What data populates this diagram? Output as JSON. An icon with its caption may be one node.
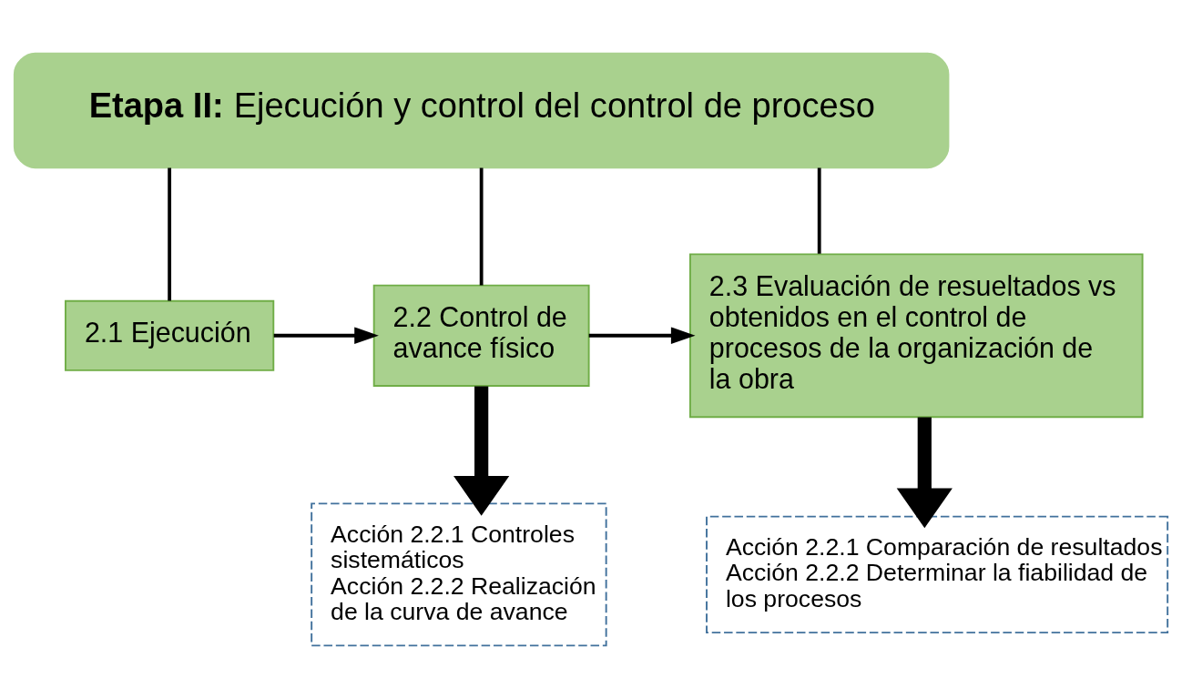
{
  "diagram": {
    "nodes": [
      {
        "text": [
          "**Etapa II:** Ejecución y control del control de proceso"
        ]
      },
      {
        "text": [
          "2.1 Ejecución"
        ]
      },
      {
        "text": [
          "2.2 Control de avance físico"
        ]
      },
      {
        "text": [
          "2.3 Evaluación de resueltados vs obtenidos en el control de procesos de la organización de la obra"
        ]
      },
      {
        "text": [
          "Acción 2.2.1 Controles sistemáticos",
          "Acción 2.2.2 Realización de la curva de avance"
        ]
      },
      {
        "text": [
          "Acción 2.2.1 Comparación de resultados",
          "Acción 2.2.2 Determinar la fiabilidad de los procesos"
        ]
      }
    ],
    "edges": [
      {
        "from": 0,
        "to": 1,
        "arrow": "none"
      },
      {
        "from": 0,
        "to": 2,
        "arrow": "none"
      },
      {
        "from": 0,
        "to": 3,
        "arrow": "none"
      },
      {
        "from": 1,
        "to": 2,
        "arrow": "to"
      },
      {
        "from": 2,
        "to": 3,
        "arrow": "to"
      },
      {
        "from": 2,
        "to": 4,
        "arrow": "to",
        "style": "thick"
      },
      {
        "from": 3,
        "to": 5,
        "arrow": "to",
        "style": "thick"
      }
    ]
  }
}
